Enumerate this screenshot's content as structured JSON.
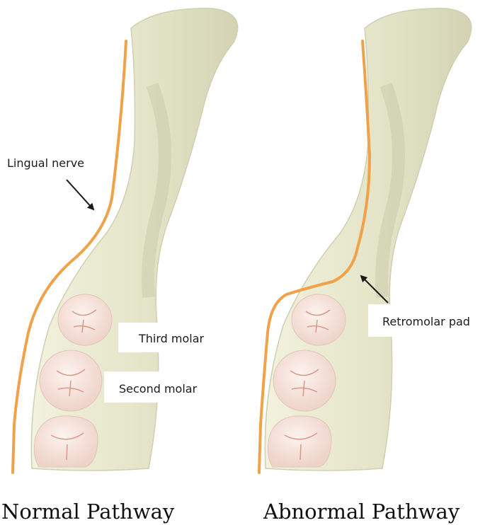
{
  "panels": [
    {
      "caption": "Normal Pathway"
    },
    {
      "caption": "Abnormal Pathway"
    }
  ],
  "labels": {
    "lingual_nerve": "Lingual nerve",
    "third_molar": "Third molar",
    "second_molar": "Second molar",
    "retromolar_pad": "Retromolar pad"
  },
  "colors": {
    "bone": "#e6e6cc",
    "bone_shadow": "#c9c9ab",
    "nerve": "#f0a24a",
    "tooth": "#f6e2dc",
    "tooth_crease": "#d9998a",
    "arrow": "#1a1a1a"
  }
}
